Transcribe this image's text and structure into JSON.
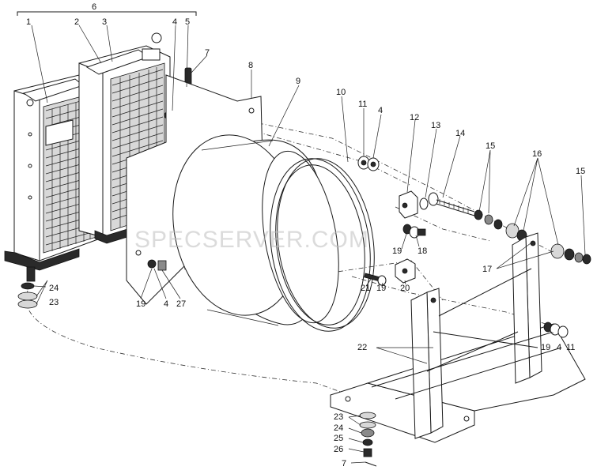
{
  "watermark": "SPECSERVER.COM",
  "labels": {
    "l1": "1",
    "l2": "2",
    "l3": "3",
    "l4a": "4",
    "l5": "5",
    "l6": "6",
    "l7a": "7",
    "l8": "8",
    "l9": "9",
    "l10": "10",
    "l11a": "11",
    "l4b": "4",
    "l12": "12",
    "l13": "13",
    "l14": "14",
    "l15a": "15",
    "l16": "16",
    "l15b": "15",
    "l17": "17",
    "l18": "18",
    "l19a": "19",
    "l19b": "19",
    "l20": "20",
    "l21": "21",
    "l19c": "19",
    "l4c": "4",
    "l27": "27",
    "l24a": "24",
    "l23a": "23",
    "l22": "22",
    "l19d": "19",
    "l4d": "4",
    "l11b": "11",
    "l23b": "23",
    "l24b": "24",
    "l25": "25",
    "l26": "26",
    "l7b": "7"
  }
}
